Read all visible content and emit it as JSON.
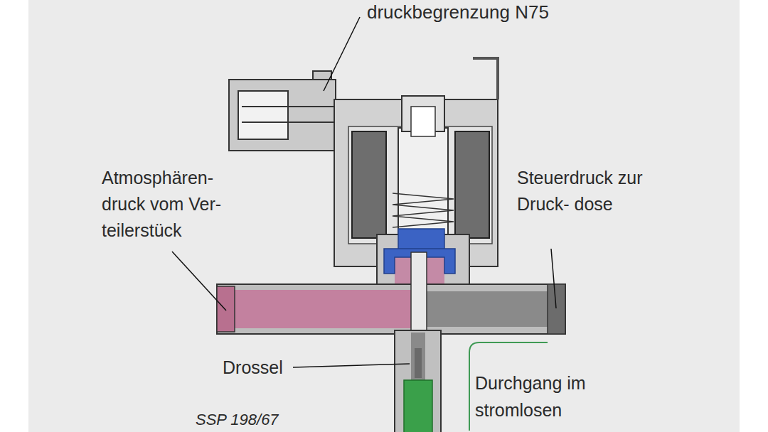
{
  "diagram": {
    "labels": [
      "druckbegrenzung N75",
      "Atmosphären- druck vom Ver- teilerstück",
      "Steuerdruck zur Druck- dose",
      "Drossel",
      "Durchgang im stromlosen",
      "SSP 198/67"
    ]
  }
}
